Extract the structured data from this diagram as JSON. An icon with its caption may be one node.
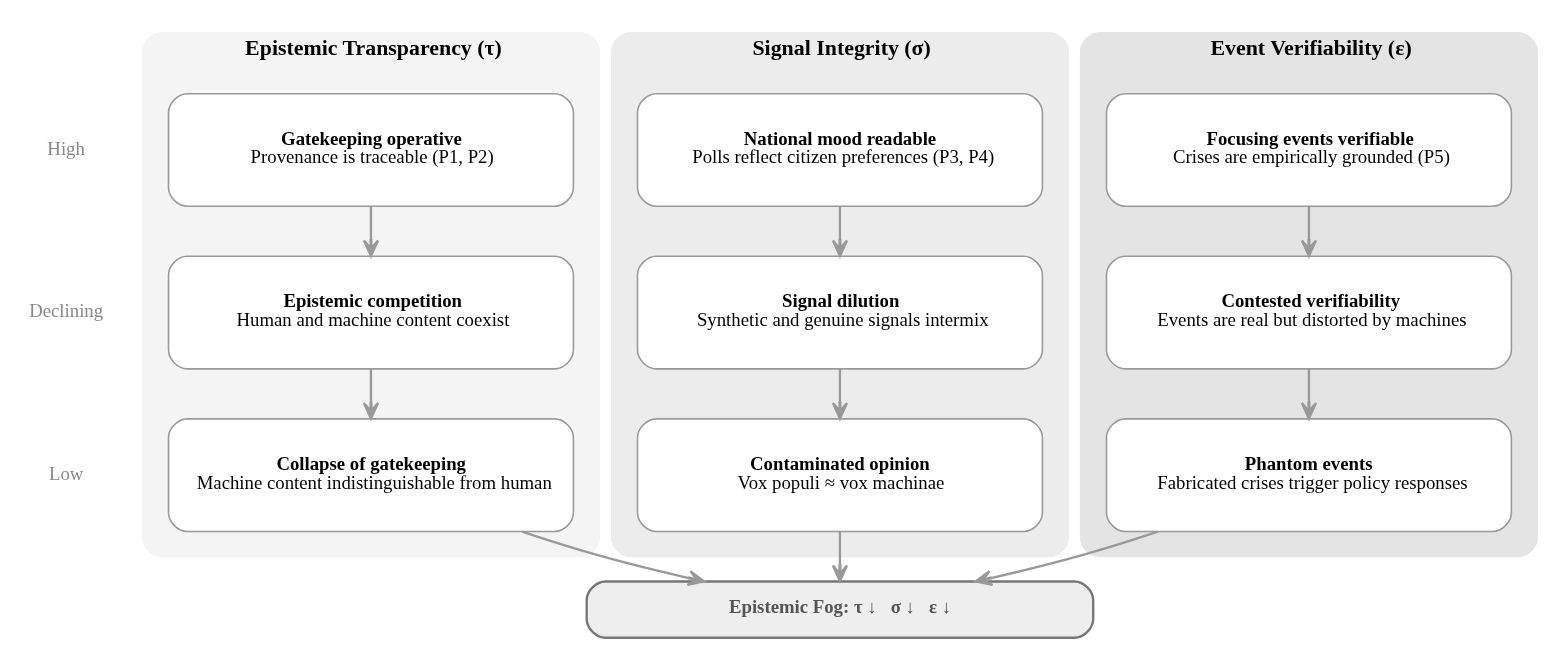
{
  "diagram": {
    "nodes": [
      {
        "text": [
          "Epistemic Transparency (τ)"
        ]
      },
      {
        "text": [
          "Gatekeeping operative",
          "Provenance is traceable (P1, P2)"
        ],
        "in": 0
      },
      {
        "text": [
          "Epistemic competition",
          "Human and machine content coexist"
        ],
        "in": 0
      },
      {
        "text": [
          "Collapse of gatekeeping",
          "Machine content indistinguishable from human"
        ],
        "in": 0
      },
      {
        "text": [
          "Signal Integrity (σ)"
        ]
      },
      {
        "text": [
          "National mood readable",
          "Polls reflect citizen preferences (P3, P4)"
        ],
        "in": 4
      },
      {
        "text": [
          "Signal dilution",
          "Synthetic and genuine signals intermix"
        ],
        "in": 4
      },
      {
        "text": [
          "Contaminated opinion",
          "Vox populi ≈ vox machinae"
        ],
        "in": 4
      },
      {
        "text": [
          "Event Verifiability (ε)"
        ]
      },
      {
        "text": [
          "Focusing events verifiable",
          "Crises are empirically grounded (P5)"
        ],
        "in": 8
      },
      {
        "text": [
          "Contested verifiability",
          "Events are real but distorted by machines"
        ],
        "in": 8
      },
      {
        "text": [
          "Phantom events",
          "Fabricated crises trigger policy responses"
        ],
        "in": 8
      },
      {
        "text": [
          "Epistemic Fog: τ ↓   σ ↓   ε ↓"
        ]
      }
    ],
    "edges": [
      {
        "from": 1,
        "to": 2,
        "arrow": "to"
      },
      {
        "from": 2,
        "to": 3,
        "arrow": "to"
      },
      {
        "from": 5,
        "to": 6,
        "arrow": "to"
      },
      {
        "from": 6,
        "to": 7,
        "arrow": "to"
      },
      {
        "from": 9,
        "to": 10,
        "arrow": "to"
      },
      {
        "from": 10,
        "to": 11,
        "arrow": "to"
      },
      {
        "from": 3,
        "to": 12,
        "arrow": "to"
      },
      {
        "from": 7,
        "to": 12,
        "arrow": "to"
      },
      {
        "from": 11,
        "to": 12,
        "arrow": "to"
      }
    ],
    "labels": [
      "High",
      "Declining",
      "Low"
    ]
  }
}
